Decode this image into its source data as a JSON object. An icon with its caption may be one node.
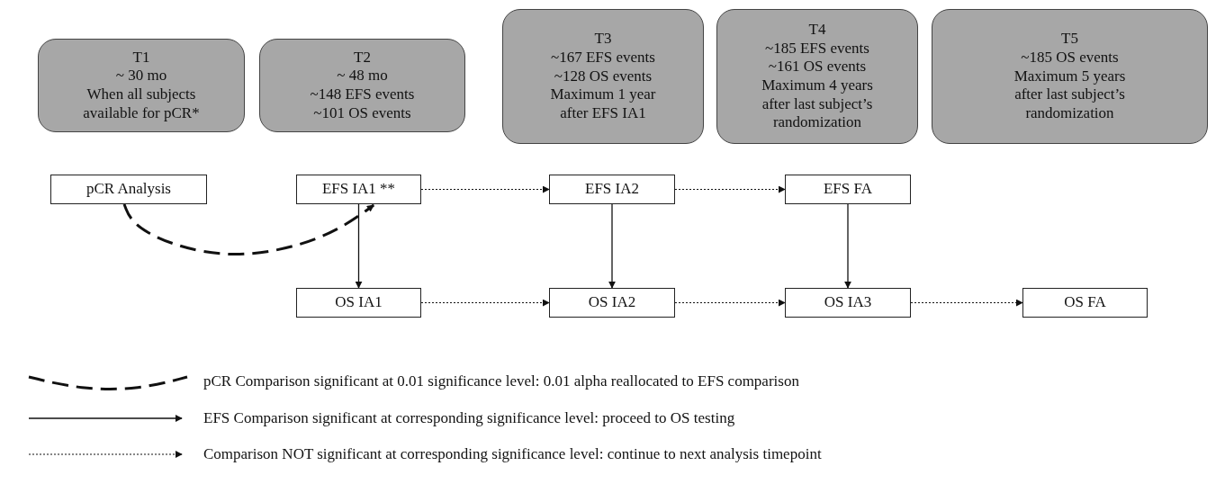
{
  "diagram": {
    "nodes": [
      {
        "text": [
          "T1",
          "~ 30 mo",
          "When all subjects available for pCR*"
        ]
      },
      {
        "text": [
          "T2",
          "~ 48 mo",
          "~148 EFS events",
          "~101 OS events"
        ]
      },
      {
        "text": [
          "T3",
          "~167 EFS events",
          "~128 OS events",
          "Maximum 1 year after EFS IA1"
        ]
      },
      {
        "text": [
          "T4",
          "~185 EFS events",
          "~161 OS events",
          "Maximum 4 years after last subject’s randomization"
        ]
      },
      {
        "text": [
          "T5",
          "~185 OS events",
          "Maximum 5 years after last subject’s randomization"
        ]
      },
      {
        "text": [
          "pCR Analysis"
        ]
      },
      {
        "text": [
          "EFS IA1 **"
        ]
      },
      {
        "text": [
          "EFS IA2"
        ]
      },
      {
        "text": [
          "EFS FA"
        ]
      },
      {
        "text": [
          "OS IA1"
        ]
      },
      {
        "text": [
          "OS IA2"
        ]
      },
      {
        "text": [
          "OS IA3"
        ]
      },
      {
        "text": [
          "OS FA"
        ]
      }
    ],
    "edges": [
      {
        "from": 5,
        "to": 6,
        "arrow": "to",
        "style": "dashed"
      },
      {
        "from": 6,
        "to": 7,
        "arrow": "to",
        "style": "dashed"
      },
      {
        "from": 7,
        "to": 8,
        "arrow": "to",
        "style": "dashed"
      },
      {
        "from": 6,
        "to": 9,
        "arrow": "to"
      },
      {
        "from": 7,
        "to": 10,
        "arrow": "to"
      },
      {
        "from": 8,
        "to": 11,
        "arrow": "to"
      },
      {
        "from": 9,
        "to": 10,
        "arrow": "to",
        "style": "dashed"
      },
      {
        "from": 10,
        "to": 11,
        "arrow": "to",
        "style": "dashed"
      },
      {
        "from": 11,
        "to": 12,
        "arrow": "to",
        "style": "dashed"
      }
    ],
    "legend": [
      {
        "text": "pCR Comparison significant at 0.01 significance level: 0.01 alpha reallocated to EFS comparison"
      },
      {
        "text": "EFS Comparison significant at corresponding significance level: proceed to OS testing"
      },
      {
        "text": "Comparison NOT significant at corresponding significance level: continue to next analysis timepoint"
      }
    ]
  }
}
